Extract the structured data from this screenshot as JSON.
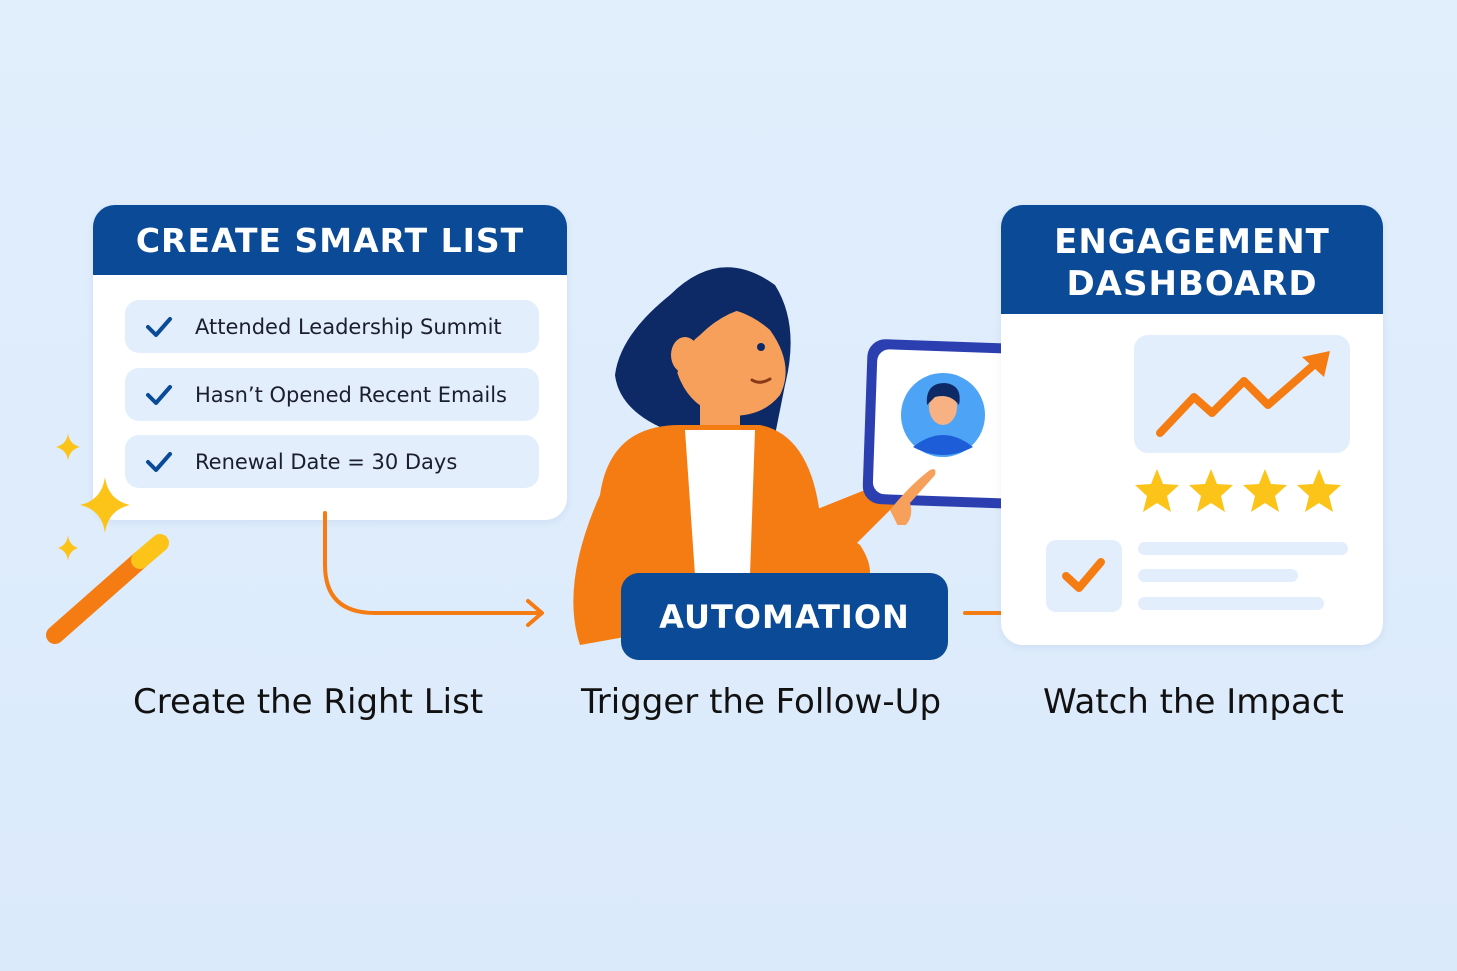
{
  "smart_list": {
    "title": "CREATE SMART LIST",
    "criteria": [
      {
        "label": "Attended Leadership Summit",
        "icon": "check-icon"
      },
      {
        "label": "Hasn’t Opened Recent Emails",
        "icon": "check-icon"
      },
      {
        "label": "Renewal Date = 30 Days",
        "icon": "check-icon"
      }
    ]
  },
  "automation": {
    "label": "AUTOMATION"
  },
  "dashboard": {
    "title_line1": "ENGAGEMENT",
    "title_line2": "DASHBOARD",
    "stars": 4
  },
  "captions": {
    "step1": "Create the Right List",
    "step2": "Trigger the Follow-Up",
    "step3": "Watch the Impact"
  },
  "colors": {
    "brand_blue": "#0a4a96",
    "accent_orange": "#f57c12",
    "star_yellow": "#fcc419",
    "background": "#e1eefc"
  }
}
